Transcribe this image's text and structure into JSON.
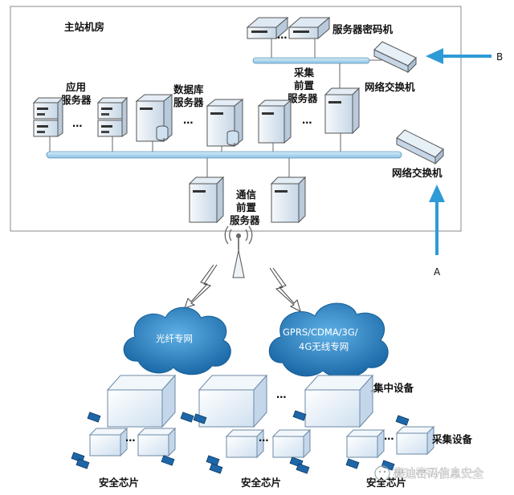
{
  "labels": {
    "main_station": "主站机房",
    "crypto_server": "服务器密码机",
    "switch_top": "网络交换机",
    "switch_mid": "网络交换机",
    "app_server": [
      "应用",
      "服务器"
    ],
    "db_server": [
      "数据库",
      "服务器"
    ],
    "collect_server": [
      "采集",
      "前置",
      "服务器"
    ],
    "comm_server": [
      "通信",
      "前置",
      "服务器"
    ],
    "cloud_fiber": "光纤专网",
    "cloud_wireless": [
      "GPRS/CDMA/3G/",
      "4G无线专网"
    ],
    "concentrator": "集中设备",
    "collector": "采集设备",
    "chip_1": "安全芯片",
    "chip_2": "安全芯片",
    "chip_3": "安全芯片",
    "arrow_a": "A",
    "arrow_b": "B",
    "ellipsis": "…",
    "watermark": "赛迪密码信息安全"
  },
  "colors": {
    "arrow": "#2e9bd6",
    "bus": "#a8d3ec",
    "cloud": "#2a86c7",
    "box": "#e9f2fa",
    "chip": "#1d66a8"
  }
}
